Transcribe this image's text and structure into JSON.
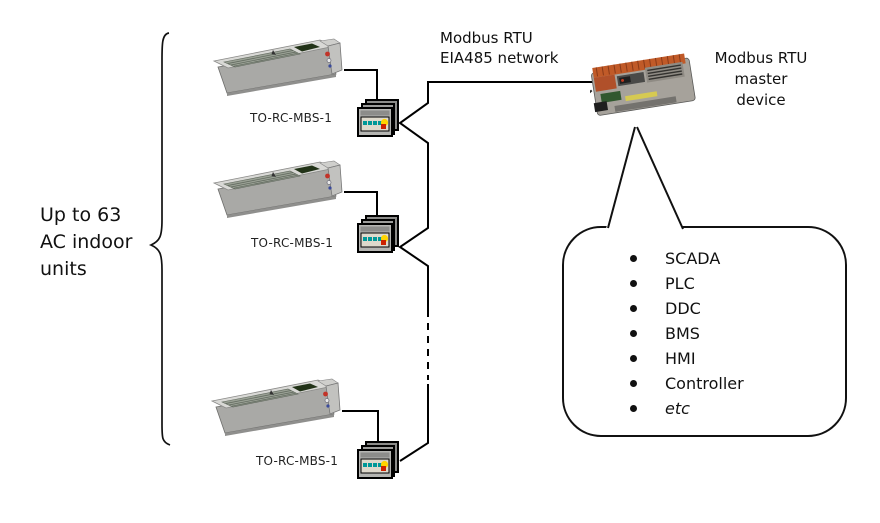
{
  "capacity_label": {
    "lines": [
      "Up to 63",
      "AC indoor",
      "units"
    ]
  },
  "indoor_units": [
    {
      "label": "TO-RC-MBS-1"
    },
    {
      "label": "TO-RC-MBS-1"
    },
    {
      "label": "TO-RC-MBS-1"
    }
  ],
  "network_label": {
    "lines": [
      "Modbus RTU",
      "EIA485 network"
    ]
  },
  "master_label": {
    "lines": [
      "Modbus RTU",
      "master",
      "device"
    ]
  },
  "master_options": {
    "items": [
      "SCADA",
      "PLC",
      "DDC",
      "BMS",
      "HMI",
      "Controller",
      "etc"
    ]
  },
  "icons": {
    "ac_unit": "ducted-ac-indoor-unit-icon",
    "gateway": "modbus-gateway-icon",
    "master_device": "modbus-master-device-icon",
    "bubble": "speech-bubble"
  },
  "colors": {
    "line": "#000000",
    "text": "#1a1a1a",
    "gateway_teal": "#009898",
    "gateway_yellow": "#ffd400",
    "gateway_red": "#cc2200",
    "device_orange": "#c05a28"
  }
}
